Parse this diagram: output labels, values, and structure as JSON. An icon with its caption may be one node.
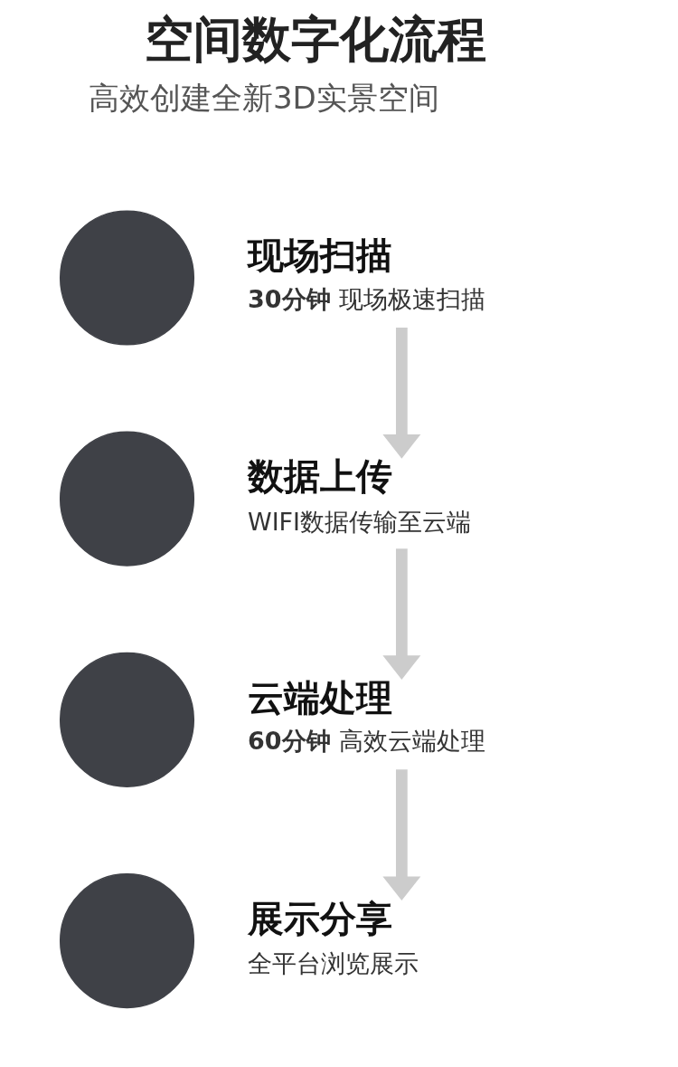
{
  "diagram": {
    "title": "空间数字化流程",
    "nodes": [
      {
        "text": [],
        "shape": "circle"
      },
      {
        "text": [
          "现场扫描",
          "**30分钟** 现场极速扫描"
        ]
      },
      {
        "text": [],
        "shape": "circle"
      },
      {
        "text": [
          "数据上传",
          "WIFI数据传输至云端"
        ]
      },
      {
        "text": [],
        "shape": "circle"
      },
      {
        "text": [
          "云端处理",
          "**60分钟** 高效云端处理"
        ]
      },
      {
        "text": [],
        "shape": "circle"
      },
      {
        "text": [
          "展示分享",
          "全平台浏览展示"
        ]
      }
    ],
    "edges": [
      {
        "from": 1,
        "to": 3,
        "arrow": "to"
      },
      {
        "from": 3,
        "to": 5,
        "arrow": "to"
      },
      {
        "from": 5,
        "to": 7,
        "arrow": "to"
      }
    ],
    "labels": [
      "高效创建全新3D实景空间"
    ]
  }
}
